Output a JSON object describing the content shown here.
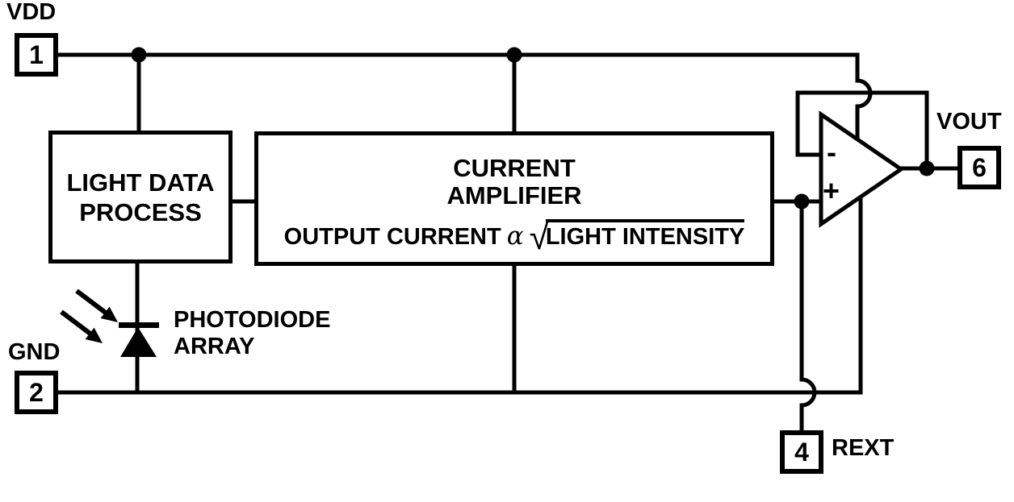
{
  "pins": {
    "vdd": {
      "label": "VDD",
      "number": "1"
    },
    "gnd": {
      "label": "GND",
      "number": "2"
    },
    "vout": {
      "label": "VOUT",
      "number": "6"
    },
    "rext": {
      "label": "REXT",
      "number": "4"
    }
  },
  "blocks": {
    "light_data_process": {
      "line1": "LIGHT DATA",
      "line2": "PROCESS"
    },
    "current_amplifier": {
      "line1": "CURRENT",
      "line2": "AMPLIFIER",
      "formula_prefix": "OUTPUT CURRENT",
      "formula_proportional": "α",
      "formula_radical": "√",
      "formula_radicand": "LIGHT INTENSITY"
    },
    "photodiode_array": {
      "line1": "PHOTODIODE",
      "line2": "ARRAY"
    }
  },
  "opamp": {
    "inverting_label": "-",
    "noninverting_label": "+"
  },
  "colors": {
    "ink": "#000000",
    "background": "#ffffff"
  }
}
